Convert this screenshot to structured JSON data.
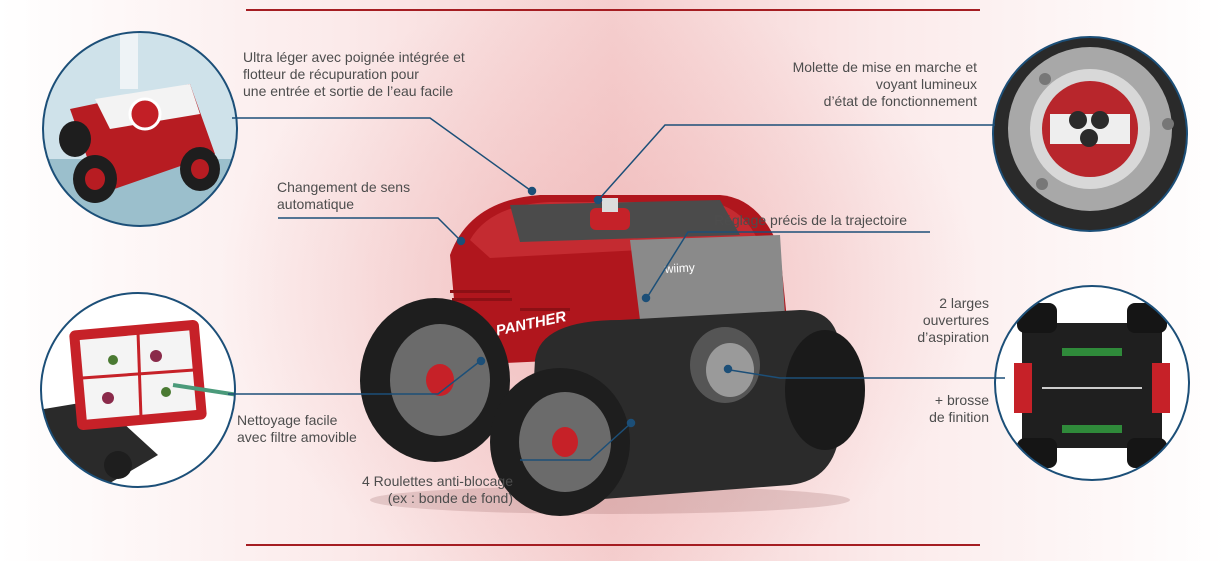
{
  "callouts": {
    "handle": [
      "Ultra léger avec poignée intégrée et",
      "flotteur de récupuration pour",
      "une entrée et sortie de l’eau facile"
    ],
    "knob": [
      "Molette de mise en marche et",
      "voyant lumineux",
      "d’état de fonctionnement"
    ],
    "direction": [
      "Changement de sens",
      "automatique"
    ],
    "trajectory": [
      "Réglage précis de la trajectoire"
    ],
    "openings": [
      "2 larges",
      "ouvertures",
      "d’aspiration"
    ],
    "brush": [
      "+ brosse",
      "de finition"
    ],
    "filter": [
      "Nettoyage facile",
      "avec filtre amovible"
    ],
    "wheels": [
      "4 Roulettes anti-blocage",
      "(ex : bonde de fond)"
    ]
  },
  "product": {
    "brand_logo": "RED PANTHER",
    "top_mark": "wiimy"
  },
  "colors": {
    "accent_red": "#a51d22",
    "callout_line": "#1c4f78",
    "text": "#4d4d4d"
  }
}
